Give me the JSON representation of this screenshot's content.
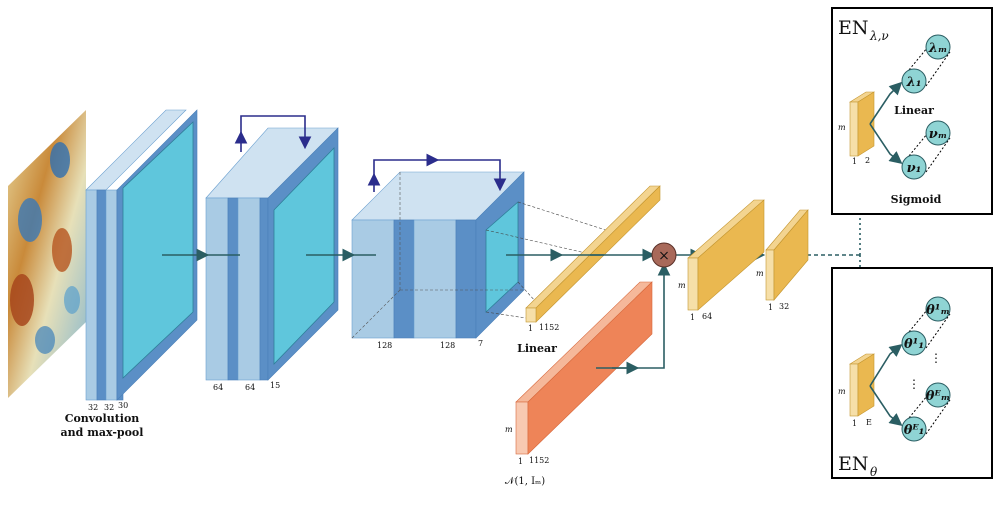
{
  "colors": {
    "light_blue": "#a9cbe4",
    "mid_blue": "#5b8fc6",
    "cyan": "#5fc6dc",
    "arrow_teal": "#2b5e63",
    "skip_arrow": "#2b2d8c",
    "orange": "#ee8458",
    "yellow": "#eab850",
    "node": "#8fd4d4"
  },
  "conv_block": {
    "channel_labels": [
      "32",
      "32",
      "30"
    ],
    "caption_line1": "Convolution",
    "caption_line2": "and max-pool"
  },
  "res_block1": {
    "channel_labels": [
      "64",
      "64",
      "15"
    ]
  },
  "res_block2": {
    "channel_labels": [
      "128",
      "128",
      "7"
    ]
  },
  "linear": {
    "caption": "Linear",
    "dim_1": "1",
    "dim_2": "1152"
  },
  "noise": {
    "m_label": "m",
    "dim_1": "1",
    "dim_2": "1152",
    "caption": "𝒩(1, Iₘ)"
  },
  "multiply": {
    "symbol": "×"
  },
  "dense1": {
    "m_label": "m",
    "dim_1": "1",
    "dim_2": "64"
  },
  "dense2": {
    "m_label": "m",
    "dim_1": "1",
    "dim_2": "32"
  },
  "en_lambda_nu": {
    "title": "EN",
    "title_sub": "λ,ν",
    "m_label": "m",
    "dim_1": "1",
    "dim_2": "2",
    "linear_caption": "Linear",
    "sigmoid_caption": "Sigmoid",
    "nodes": [
      "λₘ",
      "λ₁",
      "νₘ",
      "ν₁"
    ]
  },
  "en_theta": {
    "title": "EN",
    "title_sub": "θ",
    "m_label": "m",
    "dim_1": "1",
    "dim_2": "E",
    "nodes": [
      "θ¹ₘ",
      "θ¹₁",
      "θᴱₘ",
      "θᴱ₁"
    ],
    "dots": "⋮"
  }
}
